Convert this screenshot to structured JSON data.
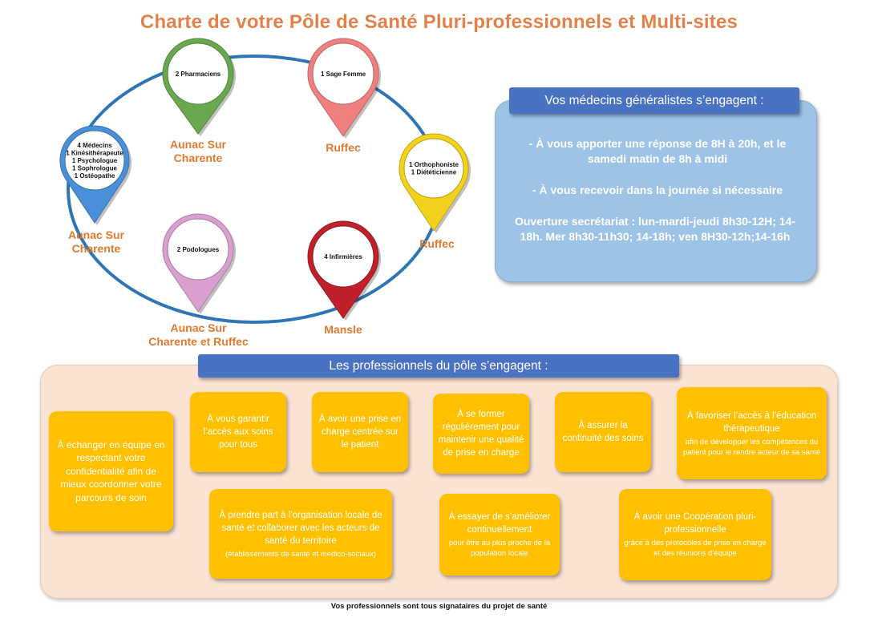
{
  "title": "Charte de votre Pôle de Santé Pluri-professionnels et Multi-sites",
  "pins": [
    {
      "id": "pharmaciens",
      "lines": [
        "2 Pharmaciens"
      ],
      "location_lines": [
        "Aunac Sur",
        "Charente"
      ],
      "color": "#6aa84f"
    },
    {
      "id": "sage-femme",
      "lines": [
        "1 Sage Femme"
      ],
      "location_lines": [
        "Ruffec"
      ],
      "color": "#f08080"
    },
    {
      "id": "medecins",
      "lines": [
        "4 Médecins",
        "1 Kinésithérapeute",
        "1 Psychologue",
        "1 Sophrologue",
        "1 Ostéopathe"
      ],
      "location_lines": [
        "Aunac Sur",
        "Charente"
      ],
      "color": "#4a90d9"
    },
    {
      "id": "orthophoniste",
      "lines": [
        "1 Orthophoniste",
        "1 Diététicienne"
      ],
      "location_lines": [
        "Ruffec"
      ],
      "color": "#f2d21c"
    },
    {
      "id": "podologues",
      "lines": [
        "2 Podologues"
      ],
      "location_lines": [
        "Aunac Sur",
        "Charente et Ruffec"
      ],
      "color": "#d9a0cf"
    },
    {
      "id": "infirmieres",
      "lines": [
        "4 Infirmières"
      ],
      "location_lines": [
        "Mansle"
      ],
      "color": "#c0202a"
    }
  ],
  "medecins": {
    "title": "Vos médecins généralistes s’engagent :",
    "item1": "-   À vous apporter une réponse de 8H à 20h, et le samedi matin de 8h à midi",
    "item2": "-   À vous recevoir dans la journée si nécessaire",
    "item3": "Ouverture secrétariat : lun-mardi-jeudi 8h30-12H; 14-18h. Mer 8h30-11h30; 14-18h; ven 8H30-12h;14-16h"
  },
  "pros": {
    "title": "Les professionnels du pôle s’engagent :",
    "cards": [
      {
        "main": "À échanger en équipe en respectant votre confidentialité afin de mieux coordonner votre parcours de soin",
        "sub": ""
      },
      {
        "main": "À vous garantir l’accès aux soins pour tous",
        "sub": ""
      },
      {
        "main": "À avoir une prise en charge centrée sur le patient",
        "sub": ""
      },
      {
        "main": "À se former régulièrement pour maintenir une qualité de prise en charge",
        "sub": ""
      },
      {
        "main": "À assurer la continuité des soins",
        "sub": ""
      },
      {
        "main": "À favoriser l’accès à l’éducation thérapeutique",
        "sub": "afin de développer les compétences du patient pour le rendre acteur de sa santé"
      },
      {
        "main": "À prendre part à l’organisation locale de santé et collaborer avec les acteurs de santé du territoire",
        "sub": "(établissements de santé et médico-sociaux)"
      },
      {
        "main": "À essayer de s’améliorer continuellement",
        "sub": "pour être au plus proche de la population locale"
      },
      {
        "main": "À avoir une Coopération pluri-professionnelle",
        "sub": "grâce à des protocoles de prise en charge et des réunions d’équipe"
      }
    ]
  },
  "footer": "Vos professionnels sont tous signataires du projet de santé"
}
